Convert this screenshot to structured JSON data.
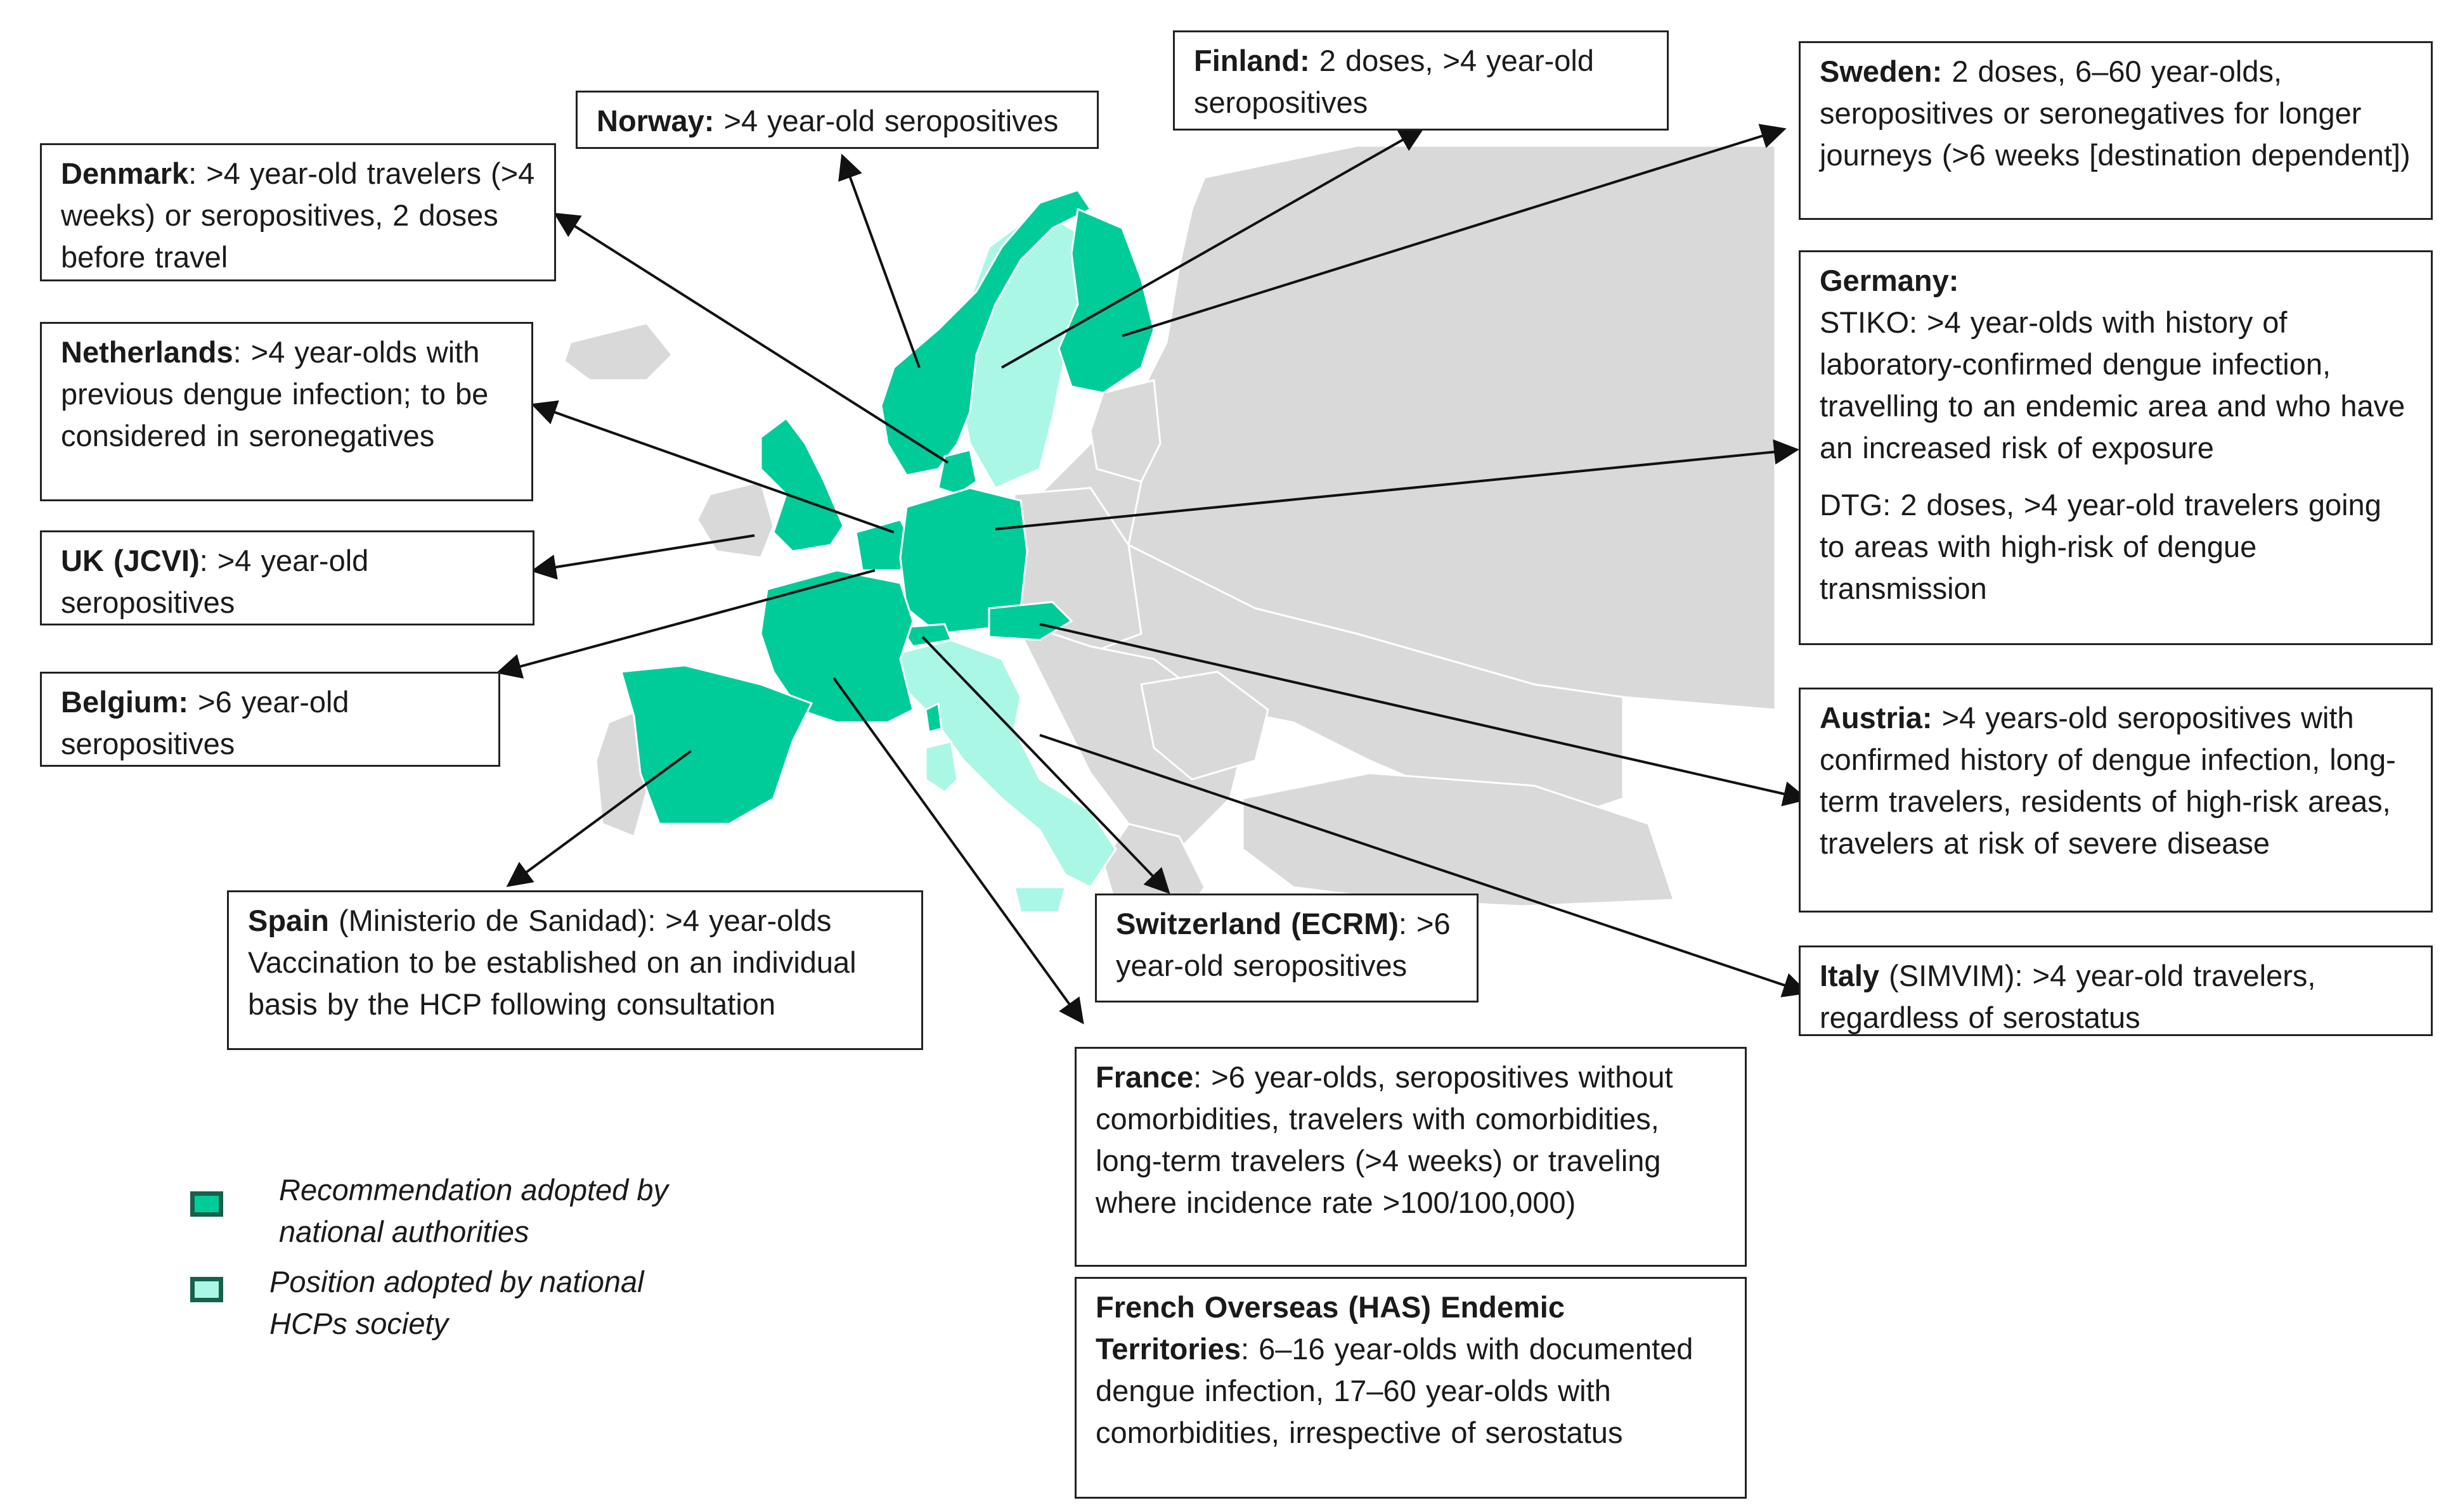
{
  "colors": {
    "adopted": "#00cc99",
    "position": "#aaf7e6",
    "other_country": "#d9d9d9",
    "border": "#ffffff",
    "arrow": "#111111"
  },
  "legend": {
    "adopted_label": "Recommendation adopted by national authorities",
    "position_label": "Position adopted by national HCPs society"
  },
  "callouts": {
    "denmark": {
      "name": "Denmark",
      "text": ": >4 year-old travelers (>4 weeks) or seropositives, 2 doses before travel"
    },
    "norway": {
      "name": "Norway:",
      "text": " >4 year-old seropositives"
    },
    "finland": {
      "name": "Finland:",
      "text": " 2 doses, >4 year-old seropositives"
    },
    "sweden": {
      "name": "Sweden:",
      "text": " 2 doses, 6–60 year-olds, seropositives or seronegatives for longer journeys (>6 weeks [destination dependent])"
    },
    "netherlands": {
      "name": "Netherlands",
      "text": ": >4 year-olds with previous dengue infection; to be considered in seronegatives"
    },
    "germany": {
      "name": "Germany:",
      "stiko": "STIKO: >4 year-olds with history of laboratory-confirmed dengue infection, travelling to an endemic area and who have an increased risk of exposure",
      "dtg": "DTG: 2 doses, >4 year-old travelers going to areas with high-risk of dengue transmission"
    },
    "uk": {
      "name": "UK (JCVI)",
      "text": ": >4 year-old seropositives"
    },
    "belgium": {
      "name": "Belgium:",
      "text": " >6 year-old seropositives"
    },
    "austria": {
      "name": "Austria:",
      "text": " >4 years-old seropositives with confirmed history of dengue infection, long-term travelers, residents of high-risk areas, travelers at risk of severe disease"
    },
    "spain": {
      "name": "Spain",
      "text": " (Ministerio de Sanidad): >4 year-olds Vaccination to be established on an individual basis by the HCP following consultation"
    },
    "switzerland": {
      "name": "Switzerland (ECRM)",
      "text": ": >6 year-old seropositives"
    },
    "italy": {
      "name": "Italy",
      "text": " (SIMVIM): >4 year-old travelers, regardless of serostatus"
    },
    "france": {
      "name": "France",
      "text": ": >6 year-olds, seropositives without comorbidities, travelers with comorbidities, long-term travelers (>4 weeks) or traveling where incidence rate >100/100,000)"
    },
    "french_overseas": {
      "name": "French Overseas (HAS) Endemic Territories",
      "text": ": 6–16 year-olds with documented dengue infection, 17–60 year-olds with comorbidities, irrespective of serostatus"
    }
  }
}
